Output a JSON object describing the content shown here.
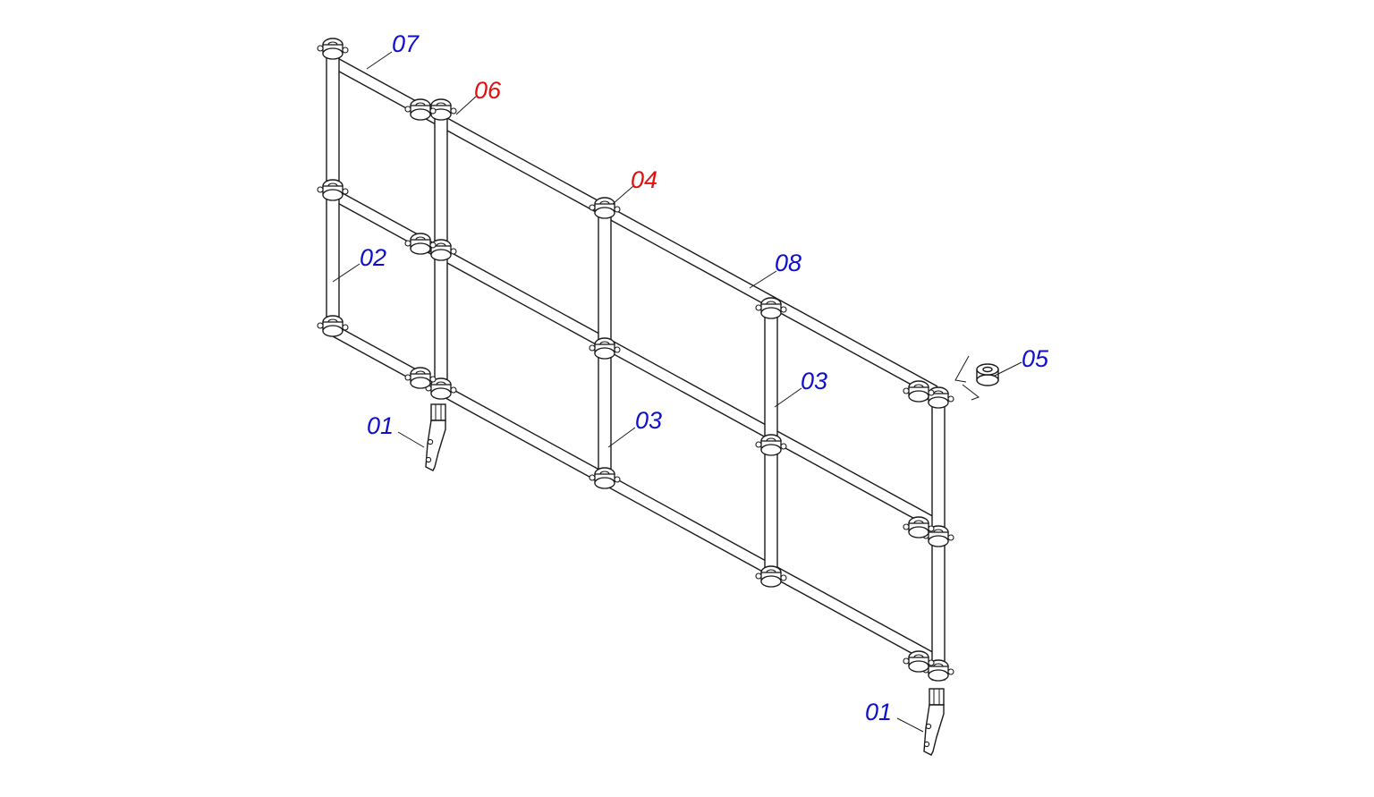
{
  "colors": {
    "background": "#ffffff",
    "line": "#1a1a1a",
    "label_standard": "#1010cc",
    "label_highlight": "#e01010"
  },
  "labels": [
    {
      "id": "07",
      "text": "07",
      "color": "blue"
    },
    {
      "id": "06",
      "text": "06",
      "color": "red"
    },
    {
      "id": "04",
      "text": "04",
      "color": "red"
    },
    {
      "id": "02",
      "text": "02",
      "color": "blue"
    },
    {
      "id": "08",
      "text": "08",
      "color": "blue"
    },
    {
      "id": "05",
      "text": "05",
      "color": "blue"
    },
    {
      "id": "03a",
      "text": "03",
      "color": "blue"
    },
    {
      "id": "03b",
      "text": "03",
      "color": "blue"
    },
    {
      "id": "01a",
      "text": "01",
      "color": "blue"
    },
    {
      "id": "01b",
      "text": "01",
      "color": "blue"
    }
  ]
}
